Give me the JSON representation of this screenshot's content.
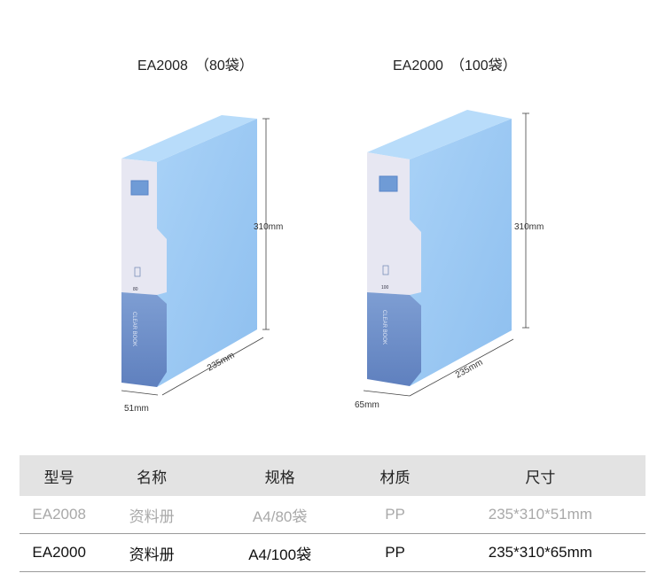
{
  "products": [
    {
      "caption": "EA2008　（80袋）",
      "height_label": "310mm",
      "width_label": "235mm",
      "thickness_label": "51mm",
      "spine_count": "80"
    },
    {
      "caption": "EA2000　（100袋）",
      "height_label": "310mm",
      "width_label": "235mm",
      "thickness_label": "65mm",
      "spine_count": "100"
    }
  ],
  "spine_text": "CLEAR BOOK",
  "colors": {
    "cover": "#9cc8f3",
    "spine_label": "#e6e6f1",
    "spine_bottom": "#6e8fc8",
    "header_bg": "#e3e3e3"
  },
  "table": {
    "headers": [
      "型号",
      "名称",
      "规格",
      "材质",
      "尺寸"
    ],
    "rows": [
      [
        "EA2008",
        "资料册",
        "A4/80袋",
        "PP",
        "235*310*51mm"
      ],
      [
        "EA2000",
        "资料册",
        "A4/100袋",
        "PP",
        "235*310*65mm"
      ]
    ]
  }
}
